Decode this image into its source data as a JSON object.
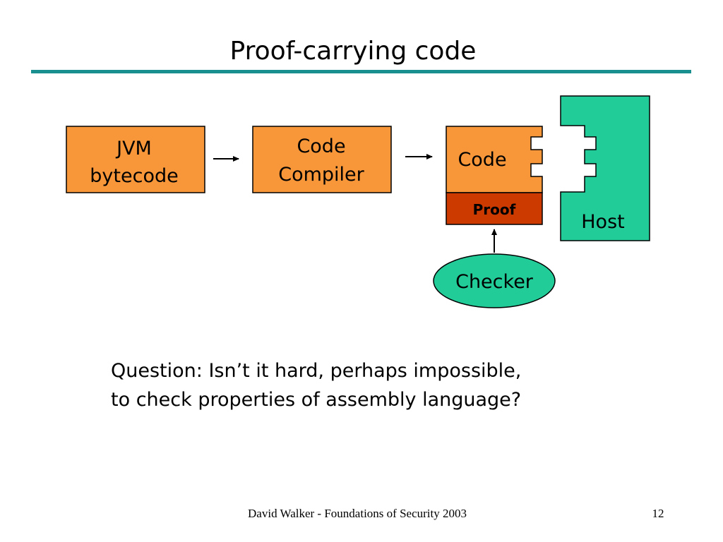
{
  "slide": {
    "title": "Proof-carrying code",
    "question_line1": "Question:  Isn’t it hard, perhaps impossible,",
    "question_line2": "to check properties of assembly language?",
    "footer_text": "David Walker - Foundations of Security 2003",
    "page_number": "12"
  },
  "diagram": {
    "jvm_line1": "JVM",
    "jvm_line2": "bytecode",
    "compiler_line1": "Code",
    "compiler_line2": "Compiler",
    "code_label": "Code",
    "proof_label": "Proof",
    "host_label": "Host",
    "checker_label": "Checker"
  },
  "colors": {
    "orange": "#f8973a",
    "proof_red": "#cc3a00",
    "teal_green": "#22cc99",
    "rule_teal": "#1a8f8f"
  }
}
